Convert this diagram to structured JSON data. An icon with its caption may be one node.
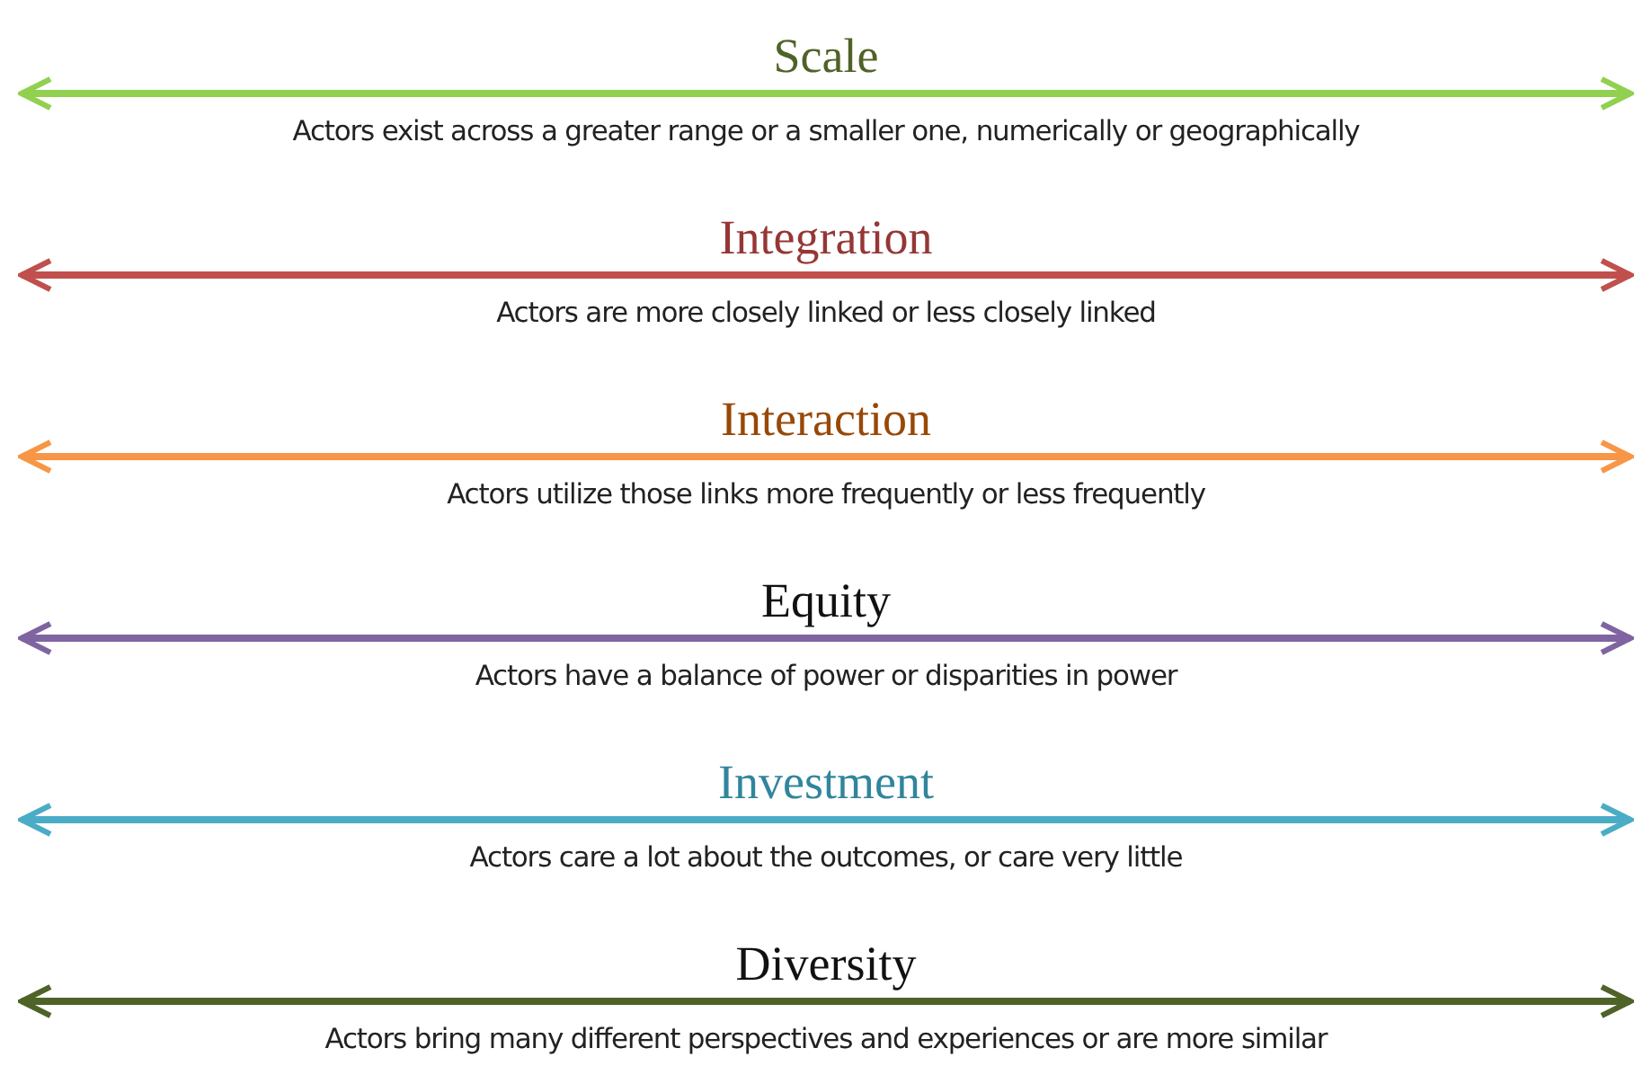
{
  "diagram": {
    "labels": [
      "Scale",
      "Actors exist across a greater range or a smaller one, numerically or geographically",
      "Integration",
      "Actors are more closely linked or less closely linked",
      "Interaction",
      "Actors utilize those links more frequently or less frequently",
      "Equity",
      "Actors have a balance of power or disparities in power",
      "Investment",
      "Actors care a lot about the outcomes, or care very little",
      "Diversity",
      "Actors bring many different perspectives and experiences or are more similar"
    ]
  }
}
